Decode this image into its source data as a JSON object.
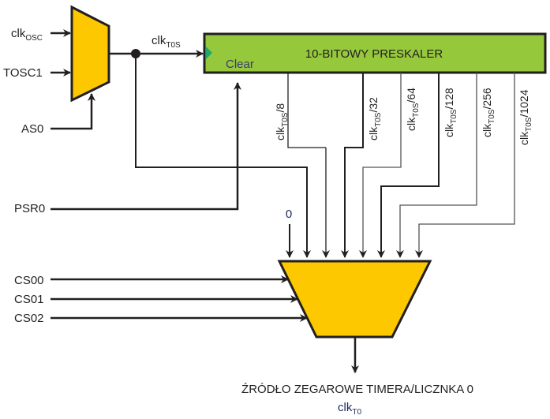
{
  "inputs": {
    "clk_osc": {
      "base": "clk",
      "sub": "OSC"
    },
    "tosc1": "TOSC1",
    "as0": "AS0",
    "psr0": "PSR0",
    "cs00": "CS00",
    "cs01": "CS01",
    "cs02": "CS02"
  },
  "clk_t0s": {
    "base": "clk",
    "sub": "T0S"
  },
  "prescaler": {
    "title": "10-BITOWY PRESKALER",
    "clear_label": "Clear",
    "fill_color": "#96c83c"
  },
  "mux_color": "#fdc800",
  "taps": [
    {
      "base": "clk",
      "sub": "T0S",
      "div": "/8"
    },
    {
      "base": "clk",
      "sub": "T0S",
      "div": "/32"
    },
    {
      "base": "clk",
      "sub": "T0S",
      "div": "/64"
    },
    {
      "base": "clk",
      "sub": "T0S",
      "div": "/128"
    },
    {
      "base": "clk",
      "sub": "T0S",
      "div": "/256"
    },
    {
      "base": "clk",
      "sub": "T0S",
      "div": "/1024"
    }
  ],
  "zero_input": "0",
  "output": {
    "caption": "ŹRÓDŁO ZEGAROWE TIMERA/LICZNKA 0",
    "signal": {
      "base": "clk",
      "sub": "T0"
    }
  }
}
